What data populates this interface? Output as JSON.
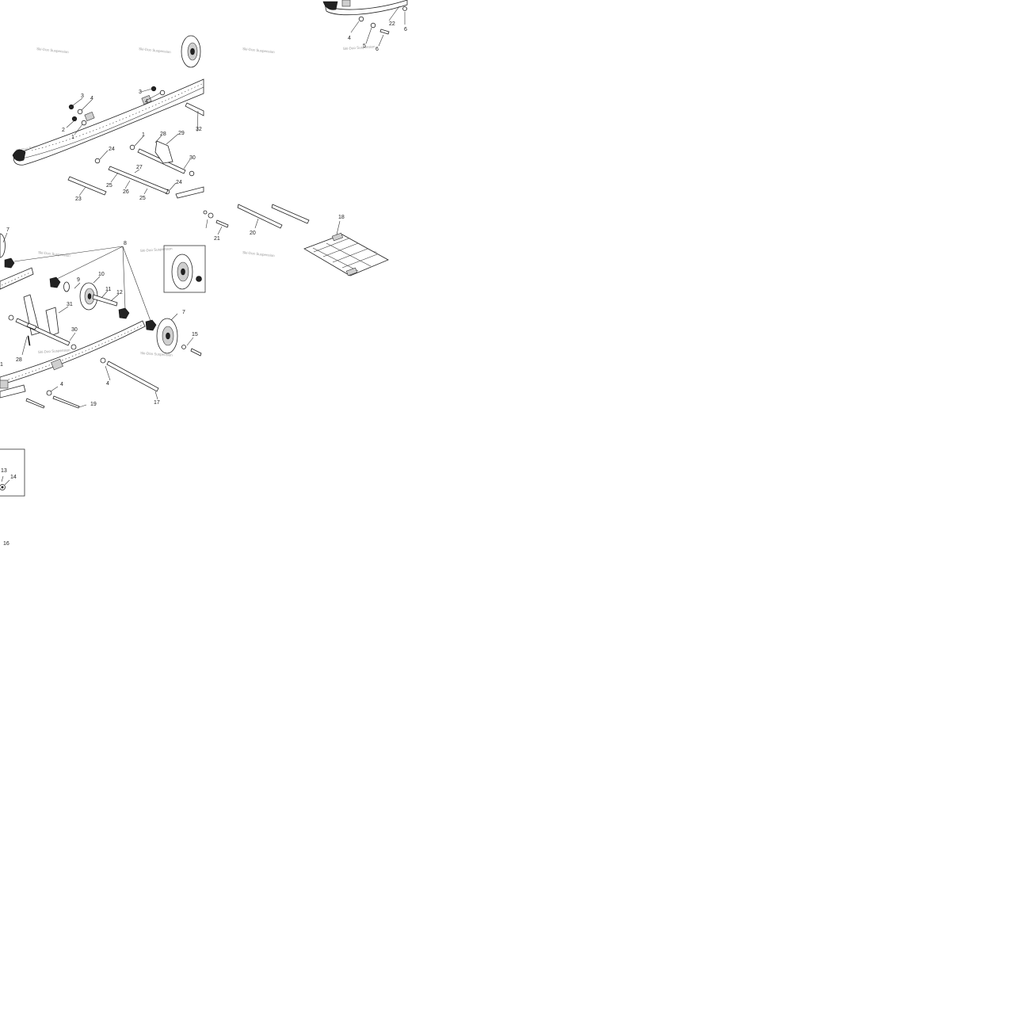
{
  "watermark_text": "Ski-Doo Suspension",
  "callouts": {
    "tile_top_left": [
      "3",
      "4",
      "3",
      "4",
      "2",
      "1",
      "1",
      "28",
      "29",
      "32",
      "24",
      "27",
      "30",
      "25",
      "26",
      "25",
      "24",
      "23"
    ],
    "tile_top_right": [
      "22",
      "4",
      "5",
      "6",
      "6"
    ],
    "tile_mid_left": [
      "7",
      "8",
      "10",
      "9",
      "11",
      "12",
      "31",
      "30",
      "28",
      "1",
      "4",
      "4",
      "19",
      "17",
      "7",
      "15"
    ],
    "tile_mid_right": [
      "21",
      "20",
      "18"
    ],
    "tile_bottom_left": [
      "13",
      "14",
      "16"
    ]
  }
}
